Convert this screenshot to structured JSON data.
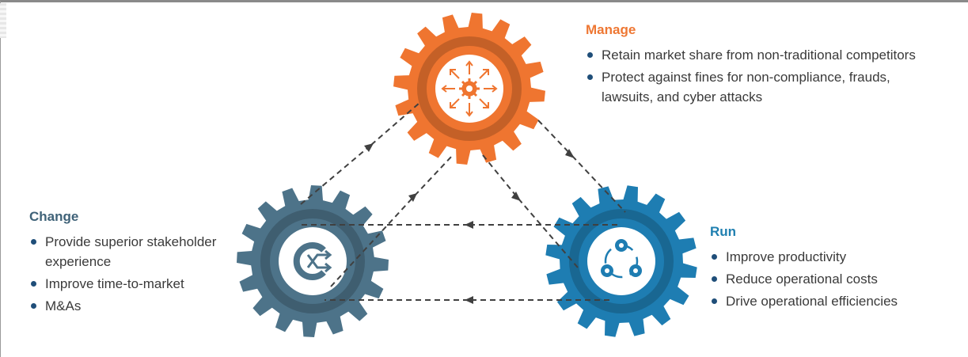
{
  "colors": {
    "manage_gear": "#ef7530",
    "change_gear": "#4d7389",
    "run_gear": "#1e7db2",
    "bullet": "#1f4e79",
    "arrow": "#404040"
  },
  "icons": {
    "manage": "expand-arrows-gear-icon",
    "change": "shuffle-gear-icon",
    "run": "cycle-of-gears-icon"
  },
  "manage": {
    "title": "Manage",
    "items": [
      "Retain market share from non-traditional competitors",
      "Protect against fines for non-compliance, frauds, lawsuits, and cyber attacks"
    ]
  },
  "change": {
    "title": "Change",
    "items": [
      "Provide superior stakeholder experience",
      "Improve time-to-market",
      "M&As"
    ]
  },
  "run": {
    "title": "Run",
    "items": [
      "Improve productivity",
      "Reduce operational costs",
      "Drive operational efficiencies"
    ]
  }
}
